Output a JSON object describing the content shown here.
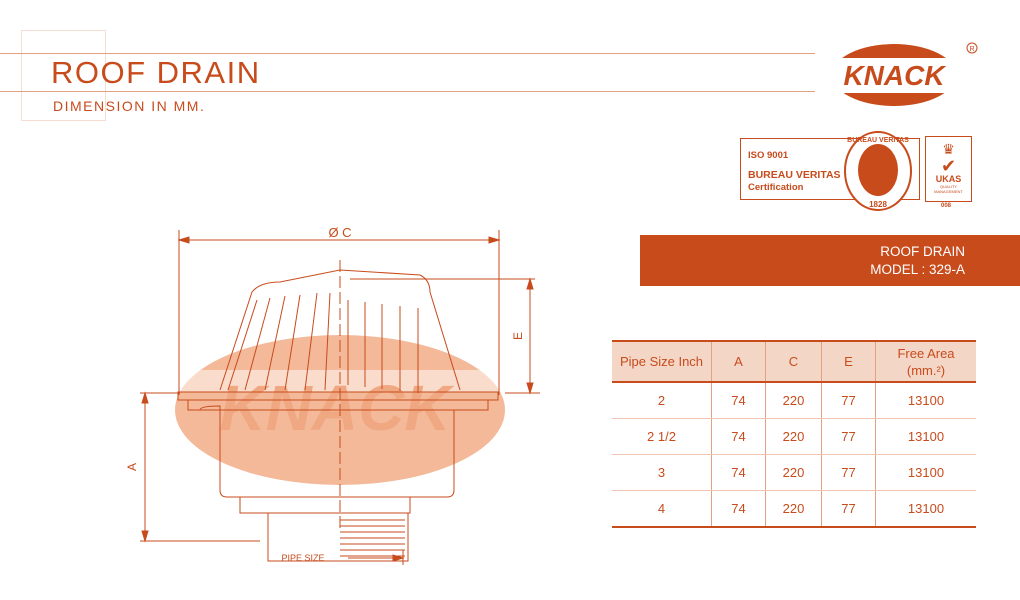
{
  "header": {
    "title": "ROOF DRAIN",
    "subtitle": "DIMENSION IN MM."
  },
  "logo": {
    "brand": "KNACK",
    "registered": "®"
  },
  "certification": {
    "standard": "ISO 9001",
    "body": "BUREAU VERITAS",
    "label": "Certification",
    "seal_text": "BUREAU VERITAS",
    "seal_year": "1828",
    "ukas": "UKAS",
    "ukas_sub": "QUALITY MANAGEMENT",
    "ukas_num": "008"
  },
  "banner": {
    "line1": "ROOF DRAIN",
    "line2": "MODEL : 329-A"
  },
  "drawing": {
    "dim_c": "Ø C",
    "dim_e": "E",
    "dim_a": "A",
    "pipe_size": "PIPE SIZE",
    "watermark": "KNACK"
  },
  "table": {
    "headers": [
      "Pipe  Size Inch",
      "A",
      "C",
      "E",
      "Free  Area (mm.²)"
    ],
    "rows": [
      [
        "2",
        "74",
        "220",
        "77",
        "13100"
      ],
      [
        "2  1/2",
        "74",
        "220",
        "77",
        "13100"
      ],
      [
        "3",
        "74",
        "220",
        "77",
        "13100"
      ],
      [
        "4",
        "74",
        "220",
        "77",
        "13100"
      ]
    ]
  },
  "colors": {
    "accent": "#c84b1c",
    "light": "#f4d6c6"
  }
}
